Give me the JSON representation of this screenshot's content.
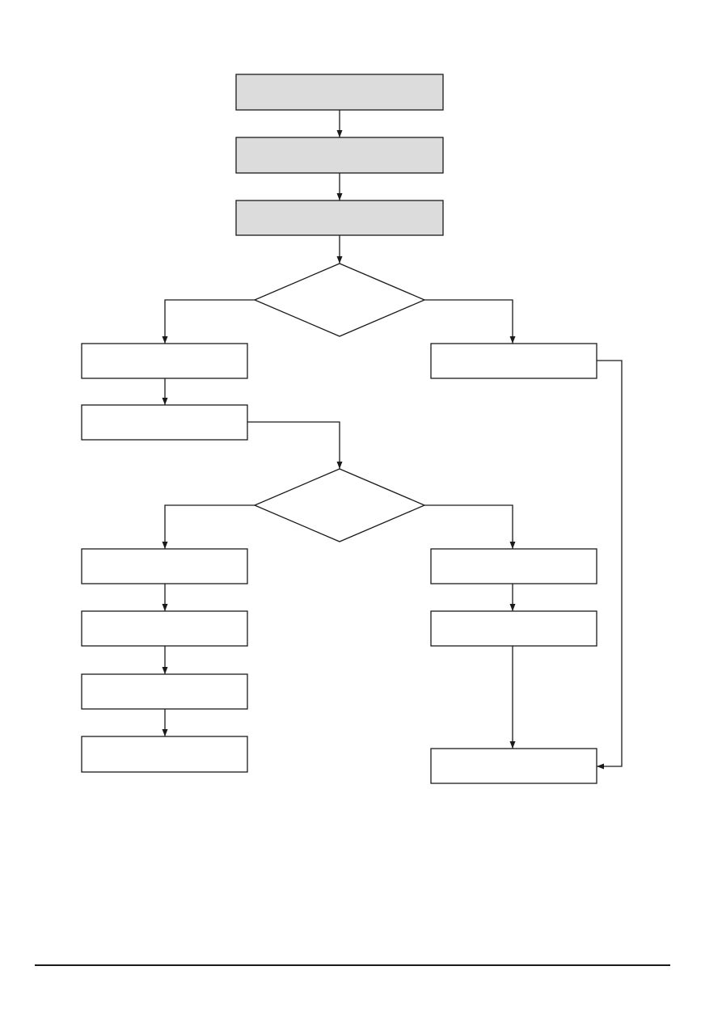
{
  "diagram": {
    "type": "flowchart",
    "colors": {
      "line": "#1a1a1a",
      "shaded_fill": "#dcdcdc",
      "plain_fill": "#ffffff"
    },
    "nodes": [
      {
        "id": "start-1",
        "shape": "box",
        "shaded": true,
        "label": ""
      },
      {
        "id": "start-2",
        "shape": "box",
        "shaded": true,
        "label": ""
      },
      {
        "id": "start-3",
        "shape": "box",
        "shaded": true,
        "label": ""
      },
      {
        "id": "decision-1",
        "shape": "diamond",
        "label": ""
      },
      {
        "id": "left-1",
        "shape": "box",
        "label": ""
      },
      {
        "id": "left-2",
        "shape": "box",
        "label": ""
      },
      {
        "id": "right-1",
        "shape": "box",
        "label": ""
      },
      {
        "id": "decision-2",
        "shape": "diamond",
        "label": ""
      },
      {
        "id": "left-3",
        "shape": "box",
        "label": ""
      },
      {
        "id": "left-4",
        "shape": "box",
        "label": ""
      },
      {
        "id": "left-5",
        "shape": "box",
        "label": ""
      },
      {
        "id": "left-6",
        "shape": "box",
        "label": ""
      },
      {
        "id": "right-2",
        "shape": "box",
        "label": ""
      },
      {
        "id": "right-3",
        "shape": "box",
        "label": ""
      },
      {
        "id": "right-end",
        "shape": "box",
        "label": ""
      }
    ],
    "edges": [
      {
        "from": "start-1",
        "to": "start-2"
      },
      {
        "from": "start-2",
        "to": "start-3"
      },
      {
        "from": "start-3",
        "to": "decision-1"
      },
      {
        "from": "decision-1",
        "to": "left-1"
      },
      {
        "from": "decision-1",
        "to": "right-1"
      },
      {
        "from": "left-1",
        "to": "left-2"
      },
      {
        "from": "left-2",
        "to": "decision-2"
      },
      {
        "from": "right-1",
        "to": "right-end"
      },
      {
        "from": "decision-2",
        "to": "left-3"
      },
      {
        "from": "decision-2",
        "to": "right-2"
      },
      {
        "from": "left-3",
        "to": "left-4"
      },
      {
        "from": "left-4",
        "to": "left-5"
      },
      {
        "from": "left-5",
        "to": "left-6"
      },
      {
        "from": "right-2",
        "to": "right-3"
      },
      {
        "from": "right-3",
        "to": "right-end"
      }
    ]
  }
}
